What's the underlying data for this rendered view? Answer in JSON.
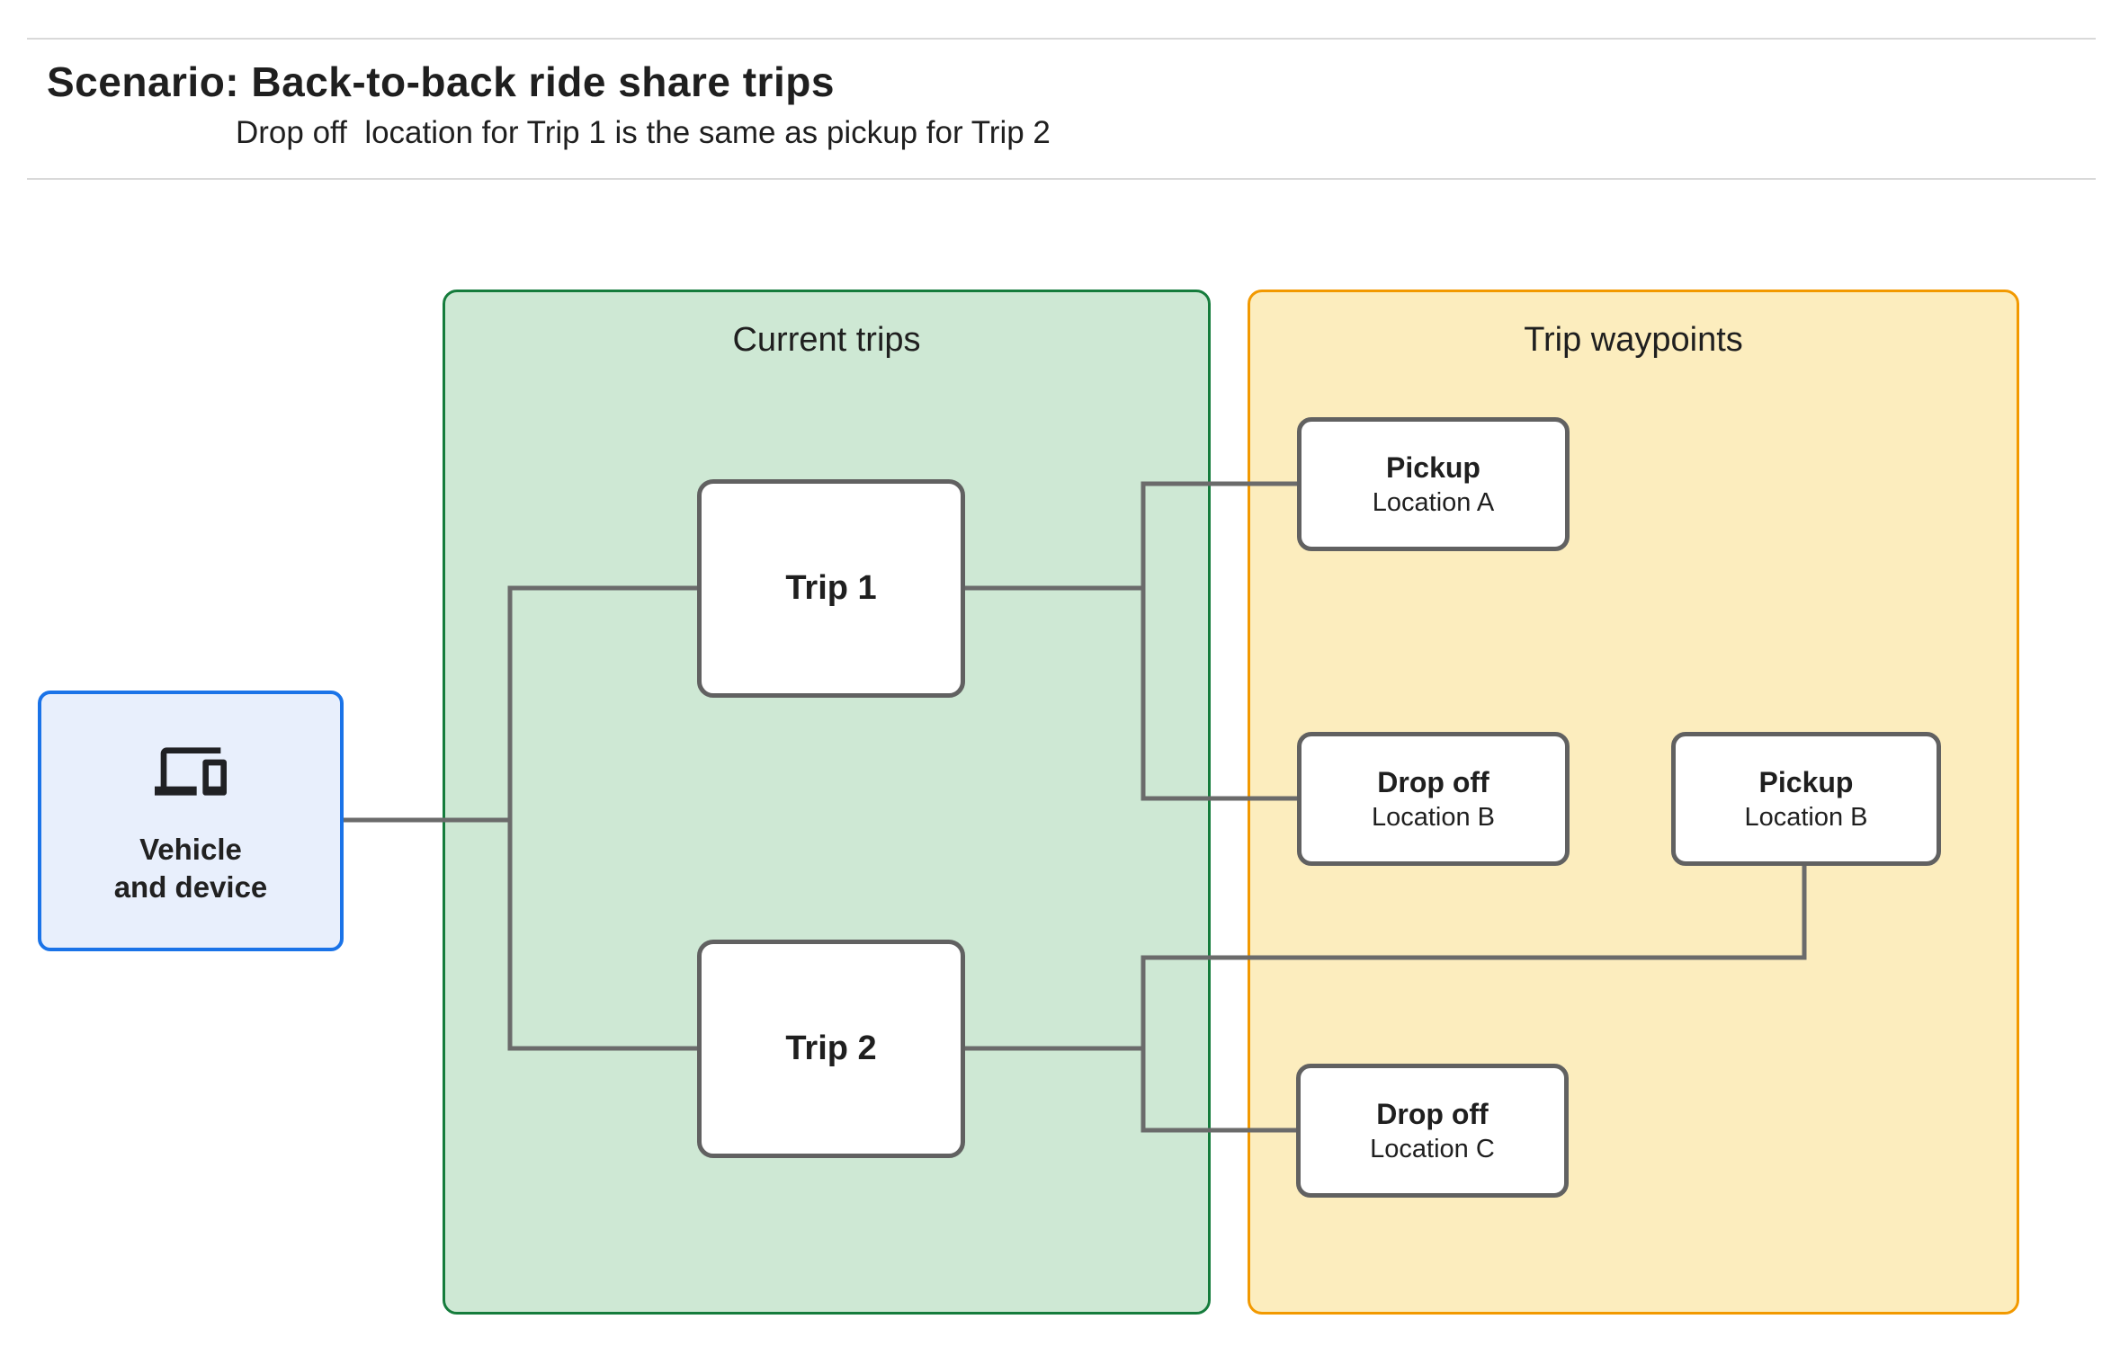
{
  "header": {
    "title": "Scenario: Back-to-back ride share trips",
    "subtitle": "Drop off  location for Trip 1 is the same as pickup for Trip 2"
  },
  "zones": {
    "current_trips": {
      "title": "Current trips",
      "fill": "#cee8d4",
      "border": "#157c3c"
    },
    "trip_waypoints": {
      "title": "Trip waypoints",
      "fill": "#fcedbe",
      "border": "#f29900"
    }
  },
  "vehicle_node": {
    "label_line1": "Vehicle",
    "label_line2": "and device",
    "icon": "devices-icon",
    "fill": "#e8effc",
    "border": "#1a73e8"
  },
  "trips": [
    {
      "label": "Trip 1"
    },
    {
      "label": "Trip 2"
    }
  ],
  "waypoints": [
    {
      "title": "Pickup",
      "subtitle": "Location A"
    },
    {
      "title": "Drop off",
      "subtitle": "Location B"
    },
    {
      "title": "Pickup",
      "subtitle": "Location B"
    },
    {
      "title": "Drop off",
      "subtitle": "Location C"
    }
  ],
  "edges": [
    {
      "from": "vehicle",
      "to": "trip-1"
    },
    {
      "from": "vehicle",
      "to": "trip-2"
    },
    {
      "from": "trip-1",
      "to": "pickup-location-a"
    },
    {
      "from": "trip-1",
      "to": "dropoff-location-b"
    },
    {
      "from": "trip-2",
      "to": "pickup-location-b"
    },
    {
      "from": "trip-2",
      "to": "dropoff-location-c"
    }
  ],
  "colors": {
    "connector": "#6b6b6b",
    "node_border": "#616161",
    "text": "#1f1f1f"
  }
}
